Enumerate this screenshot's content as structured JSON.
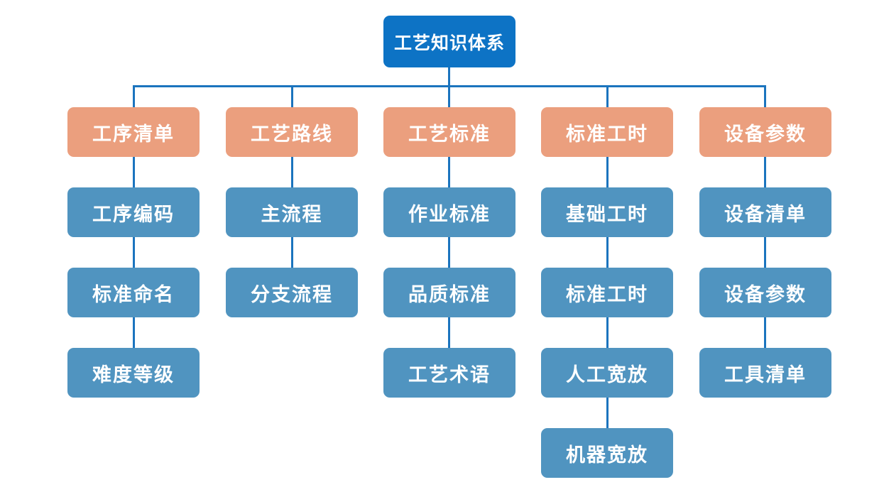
{
  "title": "工艺知识体系",
  "colors": {
    "root": "#0d73c5",
    "branch": "#eb9f7e",
    "leaf": "#5094c0",
    "line": "#1b74be",
    "text": "#ffffff",
    "background": "#ffffff"
  },
  "chart_data": {
    "type": "table",
    "title": "工艺知识体系",
    "layout": "org-chart-tree, root on top, 5 columns of child nodes",
    "legend_position": "none"
  },
  "tree": {
    "root": "工艺知识体系",
    "columns": [
      {
        "header": "工序清单",
        "children": [
          "工序编码",
          "标准命名",
          "难度等级"
        ]
      },
      {
        "header": "工艺路线",
        "children": [
          "主流程",
          "分支流程"
        ]
      },
      {
        "header": "工艺标准",
        "children": [
          "作业标准",
          "品质标准",
          "工艺术语"
        ]
      },
      {
        "header": "标准工时",
        "children": [
          "基础工时",
          "标准工时",
          "人工宽放",
          "机器宽放"
        ]
      },
      {
        "header": "设备参数",
        "children": [
          "设备清单",
          "设备参数",
          "工具清单"
        ]
      }
    ]
  }
}
